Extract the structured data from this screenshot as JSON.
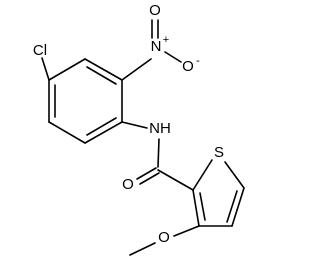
{
  "molecule": {
    "atoms": {
      "cl": "Cl",
      "n_nitro": "N",
      "n_nitro_charge": "+",
      "o_nitro_top": "O",
      "o_nitro_side": "O",
      "o_nitro_side_charge": "-",
      "nh": "NH",
      "o_carbonyl": "O",
      "s": "S",
      "o_methoxy": "O"
    }
  }
}
